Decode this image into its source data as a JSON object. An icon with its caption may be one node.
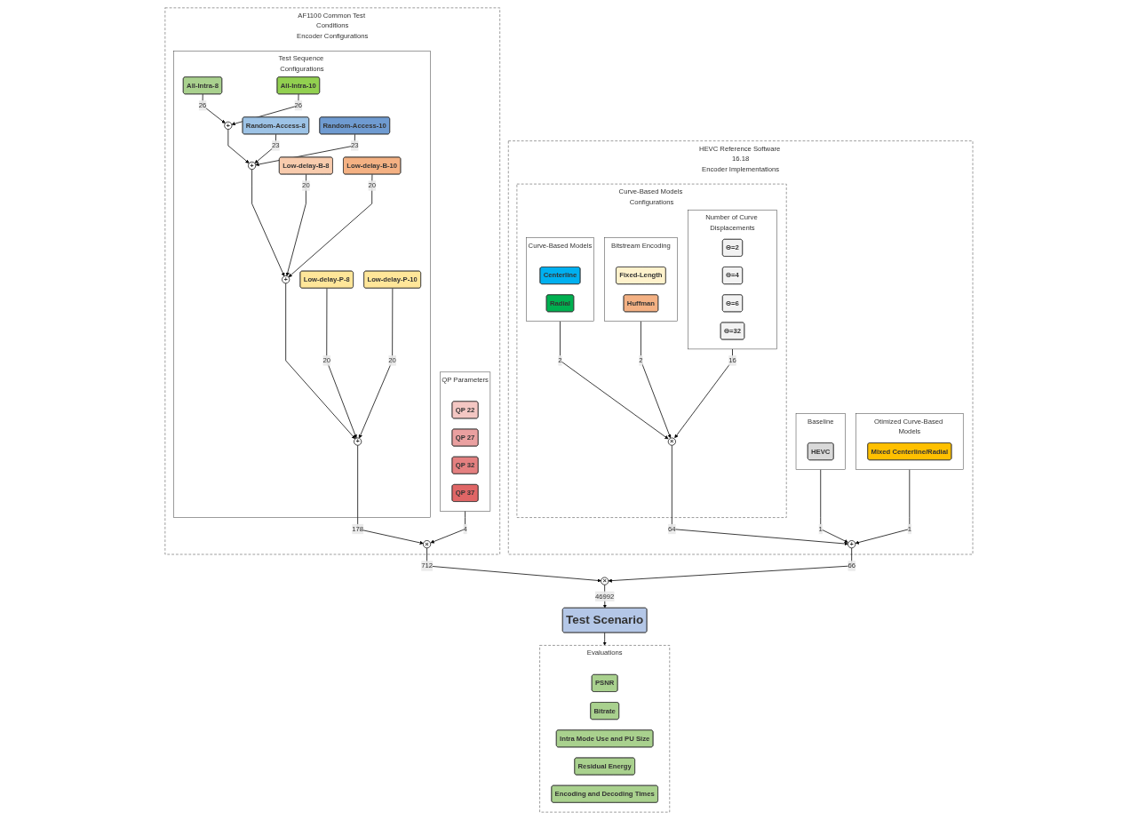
{
  "diagram": {
    "nodes": [
      {
        "text": [
          "AF1100 Common Test Conditions",
          "Encoder Configurations"
        ]
      },
      {
        "text": [
          "Test Sequence Configurations"
        ],
        "in": 0
      },
      {
        "text": [
          "All-Intra-8"
        ],
        "in": 1
      },
      {
        "text": [
          "All-Intra-10"
        ],
        "in": 1
      },
      {
        "text": [
          "Random-Access-8"
        ],
        "in": 1
      },
      {
        "text": [
          "Random-Access-10"
        ],
        "in": 1
      },
      {
        "text": [
          "Low-delay-B-8"
        ],
        "in": 1
      },
      {
        "text": [
          "Low-delay-B-10"
        ],
        "in": 1
      },
      {
        "text": [
          "Low-delay-P-8"
        ],
        "in": 1
      },
      {
        "text": [
          "Low-delay-P-10"
        ],
        "in": 1
      },
      {
        "text": [
          "+"
        ],
        "in": 1
      },
      {
        "text": [
          "+"
        ],
        "in": 1
      },
      {
        "text": [
          "+"
        ],
        "in": 1
      },
      {
        "text": [
          "+"
        ],
        "in": 1
      },
      {
        "text": [
          "×"
        ],
        "in": 0
      },
      {
        "text": [
          "QP Parameters"
        ],
        "in": 0
      },
      {
        "text": [
          "QP 22"
        ],
        "in": 15
      },
      {
        "text": [
          "QP 27"
        ],
        "in": 15
      },
      {
        "text": [
          "QP 32"
        ],
        "in": 15
      },
      {
        "text": [
          "QP 37"
        ],
        "in": 15
      },
      {
        "text": [
          "HEVC Reference Software 16.18",
          "Encoder Implementations"
        ]
      },
      {
        "text": [
          "Curve-Based Models Configurations"
        ],
        "in": 20
      },
      {
        "text": [
          "Curve-Based Models"
        ],
        "in": 21
      },
      {
        "text": [
          "Centerline"
        ],
        "in": 22
      },
      {
        "text": [
          "Radial"
        ],
        "in": 22
      },
      {
        "text": [
          "Bitstream Encoding"
        ],
        "in": 21
      },
      {
        "text": [
          "Fixed-Length"
        ],
        "in": 25
      },
      {
        "text": [
          "Huffman"
        ],
        "in": 25
      },
      {
        "text": [
          "×"
        ],
        "in": 21
      },
      {
        "text": [
          "Number of Curve Displacements"
        ],
        "in": 21
      },
      {
        "text": [
          "Θ=2"
        ],
        "in": 29
      },
      {
        "text": [
          "Θ=4"
        ],
        "in": 29
      },
      {
        "text": [
          "Θ=6"
        ],
        "in": 29
      },
      {
        "text": [
          "Θ=32"
        ],
        "in": 29
      },
      {
        "text": [
          "+"
        ],
        "in": 20
      },
      {
        "text": [
          "Baseline"
        ],
        "in": 20
      },
      {
        "text": [
          "HEVC"
        ],
        "in": 35
      },
      {
        "text": [
          "Otimized Curve-Based Models"
        ],
        "in": 20
      },
      {
        "text": [
          "Mixed Centerline/Radial"
        ],
        "in": 37
      },
      {
        "text": [
          "×"
        ]
      },
      {
        "text": [
          "Test Scenario"
        ]
      },
      {
        "text": [
          "Evaluations"
        ]
      },
      {
        "text": [
          "PSNR"
        ],
        "in": 41
      },
      {
        "text": [
          "Bitrate"
        ],
        "in": 41
      },
      {
        "text": [
          "Intra Mode Use and PU Size"
        ],
        "in": 41
      },
      {
        "text": [
          "Residual Energy"
        ],
        "in": 41
      },
      {
        "text": [
          "Encoding and Decoding Times"
        ],
        "in": 41
      }
    ],
    "edges": [
      {
        "from": 2,
        "to": 10,
        "arrow": "to",
        "label": "26"
      },
      {
        "from": 3,
        "to": 10,
        "arrow": "to",
        "label": "26"
      },
      {
        "from": 10,
        "to": 11,
        "arrow": "to"
      },
      {
        "from": 4,
        "to": 11,
        "arrow": "to",
        "label": "23"
      },
      {
        "from": 5,
        "to": 11,
        "arrow": "to",
        "label": "23"
      },
      {
        "from": 11,
        "to": 12,
        "arrow": "to"
      },
      {
        "from": 6,
        "to": 12,
        "arrow": "to",
        "label": "20"
      },
      {
        "from": 7,
        "to": 12,
        "arrow": "to",
        "label": "20"
      },
      {
        "from": 12,
        "to": 13,
        "arrow": "to"
      },
      {
        "from": 8,
        "to": 13,
        "arrow": "to",
        "label": "20"
      },
      {
        "from": 9,
        "to": 13,
        "arrow": "to",
        "label": "20"
      },
      {
        "from": 13,
        "to": 14,
        "arrow": "to",
        "label": "178"
      },
      {
        "from": 15,
        "to": 14,
        "arrow": "to",
        "label": "4"
      },
      {
        "from": 14,
        "to": 39,
        "arrow": "to",
        "label": "712"
      },
      {
        "from": 34,
        "to": 39,
        "arrow": "to",
        "label": "66"
      },
      {
        "from": 22,
        "to": 28,
        "arrow": "to",
        "label": "2"
      },
      {
        "from": 25,
        "to": 28,
        "arrow": "to",
        "label": "2"
      },
      {
        "from": 29,
        "to": 28,
        "arrow": "to",
        "label": "16"
      },
      {
        "from": 28,
        "to": 34,
        "arrow": "to",
        "label": "64"
      },
      {
        "from": 35,
        "to": 34,
        "arrow": "to",
        "label": "1"
      },
      {
        "from": 37,
        "to": 34,
        "arrow": "to",
        "label": "1"
      },
      {
        "from": 39,
        "to": 40,
        "arrow": "to",
        "label": "46992"
      },
      {
        "from": 40,
        "to": 41,
        "arrow": "to"
      }
    ]
  }
}
